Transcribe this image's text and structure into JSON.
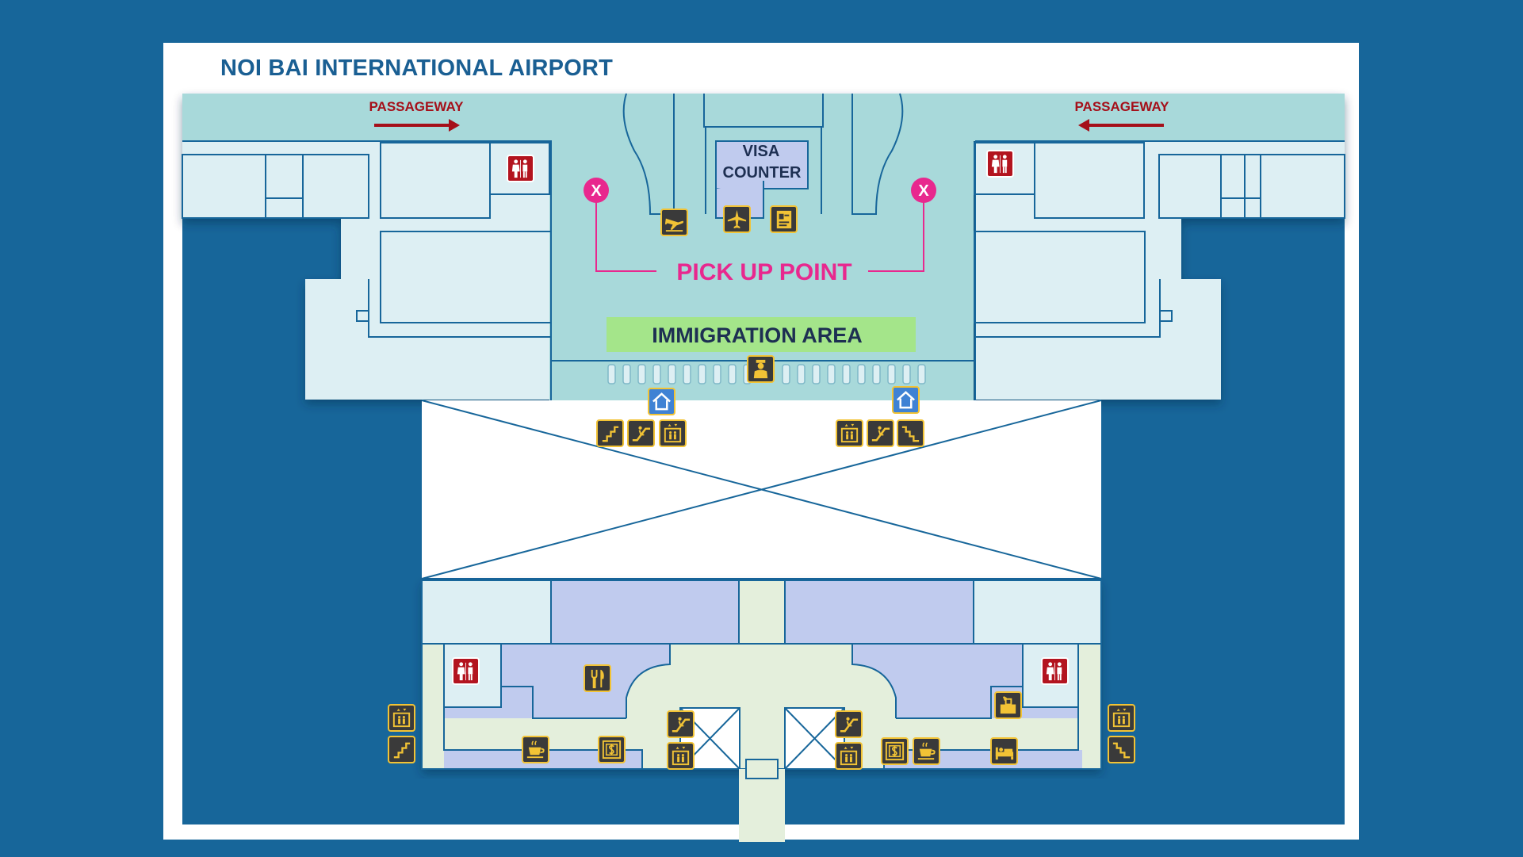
{
  "title": "NOI BAI INTERNATIONAL AIRPORT",
  "labels": {
    "passageway_left": "PASSAGEWAY",
    "passageway_right": "PASSAGEWAY",
    "visa_line1": "VISA",
    "visa_line2": "COUNTER",
    "pickup": "PICK UP POINT",
    "pickup_marker": "X",
    "immigration": "IMMIGRATION AREA"
  },
  "colors": {
    "background": "#17669a",
    "card": "#ffffff",
    "title": "#1a5f93",
    "corridor_teal": "#a8d9da",
    "room_light": "#ddeff3",
    "room_blue": "#c0cbee",
    "arrival_green": "#e4efdc",
    "wall_line": "#17669a",
    "passageway_red": "#a50f19",
    "pickup_magenta": "#e8288e",
    "immigration_green": "#a4e58a",
    "immigration_text": "#1d2f52",
    "icon_bg": "#3a3a3a",
    "icon_fg": "#f2c335",
    "restroom_red": "#b3141f",
    "home_blue": "#3f82d4"
  },
  "icons": [
    "arrivals-plane-icon",
    "transfer-plane-icon",
    "visa-document-icon",
    "restroom-icon",
    "immigration-officer-icon",
    "home-icon",
    "stairs-icon",
    "escalator-icon",
    "elevator-icon",
    "restaurant-icon",
    "coffee-icon",
    "currency-exchange-icon",
    "baggage-icon",
    "hotel-bed-icon"
  ]
}
